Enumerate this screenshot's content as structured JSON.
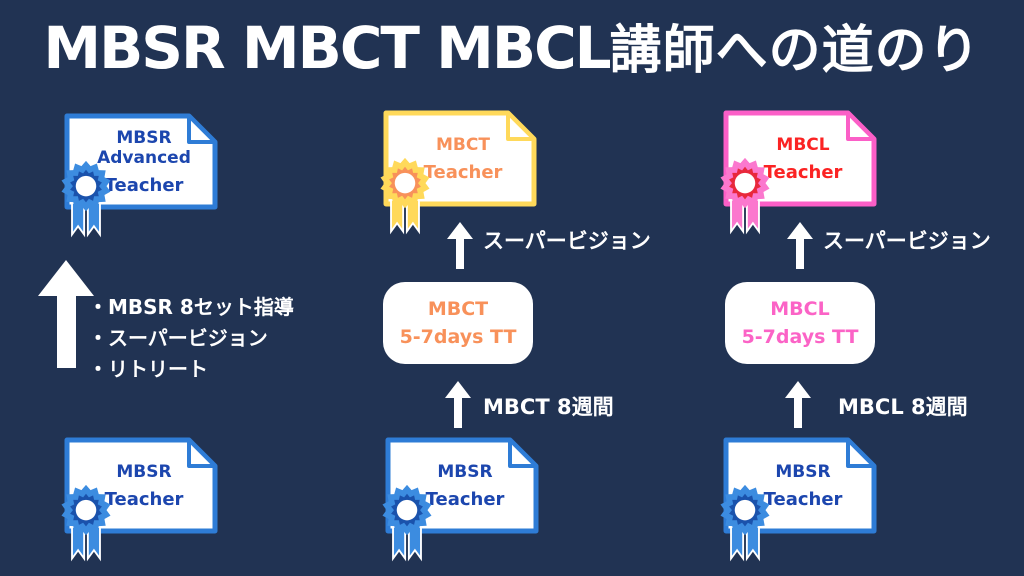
{
  "title": {
    "en": "MBSR MBCT MBCL",
    "ja": "講師への道のり"
  },
  "colors": {
    "background": "#213353",
    "white": "#ffffff",
    "blue_border": "#2e7cd6",
    "blue_text": "#1c46ae",
    "badge_blue": "#3c8ce0",
    "badge_blue_ring": "#1a52ac",
    "yellow_border": "#ffd95a",
    "orange_text": "#f8915a",
    "badge_yellow": "#ffd95a",
    "badge_yellow_ring": "#f8915a",
    "pink_border": "#fb5fc7",
    "red_text": "#fb2323",
    "pink_text": "#fb63c6",
    "badge_pink": "#fb78ce",
    "badge_pink_ring": "#e8283c"
  },
  "icons": {
    "award-ribbon": "rosette medal with two ribbon tails",
    "up-arrow": "thick upward arrow",
    "certificate": "document with folded top-right corner"
  },
  "columns": {
    "mbsr": {
      "top_card": {
        "line1": "MBSR Advanced",
        "line2": "Teacher"
      },
      "requirements": [
        "・MBSR 8セット指導",
        "・スーパービジョン",
        "・リトリート"
      ],
      "bottom_card": {
        "line1": "MBSR",
        "line2": "Teacher"
      }
    },
    "mbct": {
      "top_card": {
        "line1": "MBCT",
        "line2": "Teacher"
      },
      "supervision_label": "スーパービジョン",
      "mid_card": {
        "line1": "MBCT",
        "line2": "5-7days TT"
      },
      "course_label": "MBCT 8週間",
      "bottom_card": {
        "line1": "MBSR",
        "line2": "Teacher"
      }
    },
    "mbcl": {
      "top_card": {
        "line1": "MBCL",
        "line2": "Teacher"
      },
      "supervision_label": "スーパービジョン",
      "mid_card": {
        "line1": "MBCL",
        "line2": "5-7days TT"
      },
      "course_label": "MBCL 8週間",
      "bottom_card": {
        "line1": "MBSR",
        "line2": "Teacher"
      }
    }
  }
}
